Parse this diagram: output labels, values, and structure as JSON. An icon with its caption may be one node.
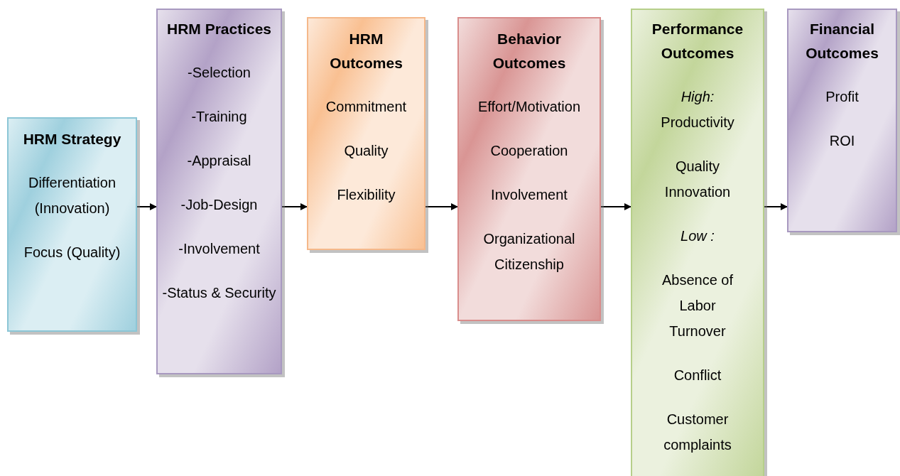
{
  "diagram": {
    "nodes": [
      {
        "text": [
          "HRM Strategy",
          "Differentiation (Innovation)",
          "Focus (Quality)"
        ]
      },
      {
        "text": [
          "HRM Practices",
          "-Selection",
          "-Training",
          "-Appraisal",
          "-Job-Design",
          "-Involvement",
          "-Status & Security"
        ]
      },
      {
        "text": [
          "HRM Outcomes",
          "Commitment",
          "Quality",
          "Flexibility"
        ]
      },
      {
        "text": [
          "Behavior Outcomes",
          "Effort/Motivation",
          "Cooperation",
          "Involvement",
          "Organizational Citizenship"
        ]
      },
      {
        "text": [
          "Performance Outcomes",
          "*High:* Productivity",
          "Quality Innovation",
          "*Low :*",
          "Absence of Labor Turnover",
          "Conflict",
          "Customer complaints"
        ]
      },
      {
        "text": [
          "Financial Outcomes",
          "Profit",
          "ROI"
        ]
      }
    ],
    "edges": [
      {
        "from": 0,
        "to": 1,
        "arrow": "to"
      },
      {
        "from": 1,
        "to": 2,
        "arrow": "to"
      },
      {
        "from": 2,
        "to": 3,
        "arrow": "to"
      },
      {
        "from": 3,
        "to": 4,
        "arrow": "to"
      },
      {
        "from": 4,
        "to": 5,
        "arrow": "to"
      }
    ]
  }
}
